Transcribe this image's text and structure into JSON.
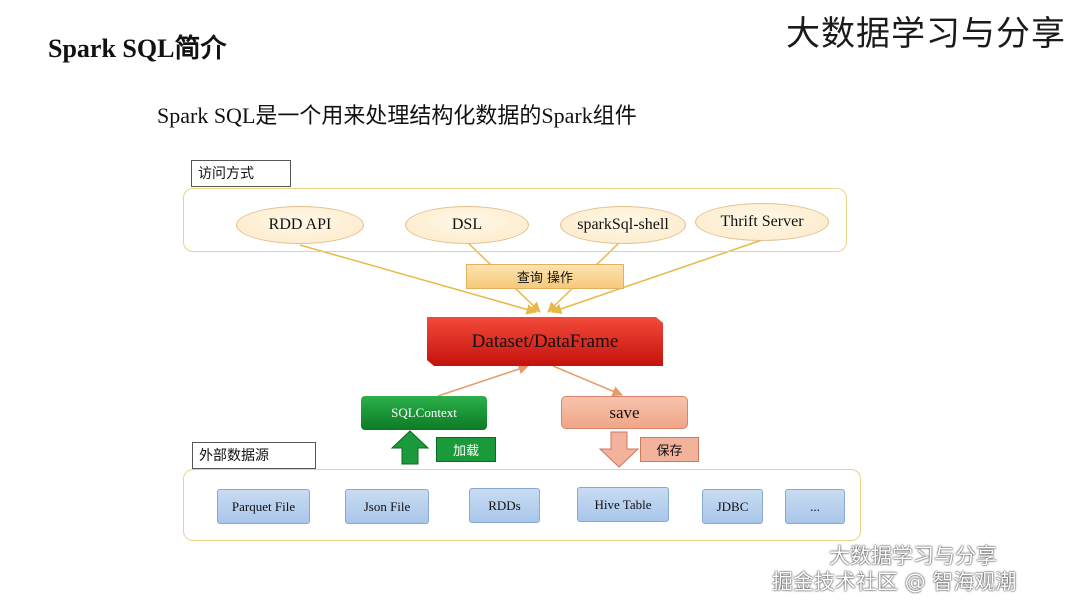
{
  "title": "Spark SQL简介",
  "brand": "大数据学习与分享",
  "subtitle": "Spark SQL是一个用来处理结构化数据的Spark组件",
  "access": {
    "label": "访问方式",
    "items": [
      "RDD API",
      "DSL",
      "sparkSql-shell",
      "Thrift Server"
    ],
    "query_label": "查询  操作"
  },
  "core": {
    "label": "Dataset/DataFrame"
  },
  "sqlcontext": {
    "label": "SQLContext",
    "load_label": "加载"
  },
  "save": {
    "label": "save",
    "keep_label": "保存"
  },
  "sources": {
    "label": "外部数据源",
    "items": [
      "Parquet File",
      "Json File",
      "RDDs",
      "Hive Table",
      "JDBC",
      "..."
    ]
  },
  "watermark": {
    "line1": "大数据学习与分享",
    "line2": "掘金技术社区 @ 智海观潮"
  },
  "colors": {
    "panel_border": "#e8d48a",
    "arrow": "#e8b84a",
    "dataframe": "#d91f14",
    "green": "#1a9a3a",
    "save": "#f3b29b",
    "source": "#b7d0ee"
  }
}
